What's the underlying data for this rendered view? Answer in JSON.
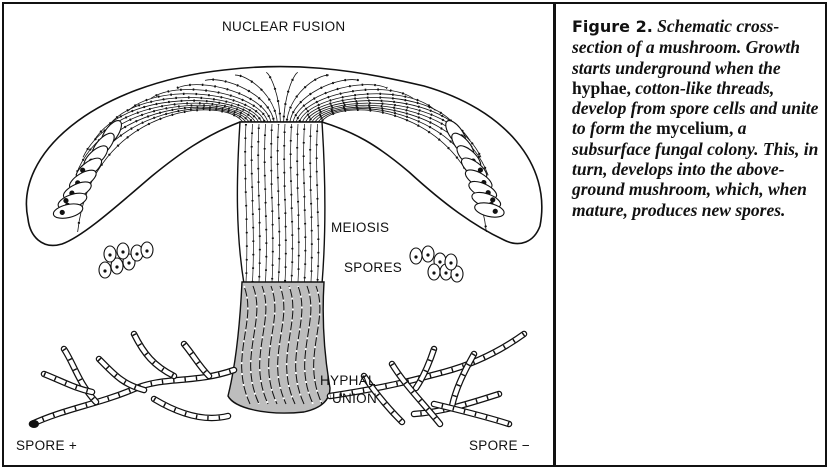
{
  "figure": {
    "labels": {
      "nuclear_fusion": "NUCLEAR FUSION",
      "meiosis": "MEIOSIS",
      "spores": "SPORES",
      "hyphal": "HYPHAL",
      "union": "UNION",
      "spore_plus": "SPORE +",
      "spore_minus": "SPORE −"
    }
  },
  "caption": {
    "figure_number": "Figure 2.",
    "p1": " Schematic cross-section of a mushroom. Growth starts underground when the ",
    "term_hyphae": "hyphae,",
    "p2": " cotton-like threads, develop from spore cells and unite to form the ",
    "term_mycelium": "mycelium,",
    "p3": " a subsurface fungal colony. This, in turn, develops into the above-ground mushroom, which, when mature, produces new spores."
  },
  "colors": {
    "ink": "#111111",
    "stem_fill": "#bdbdbd",
    "paper": "#ffffff"
  }
}
